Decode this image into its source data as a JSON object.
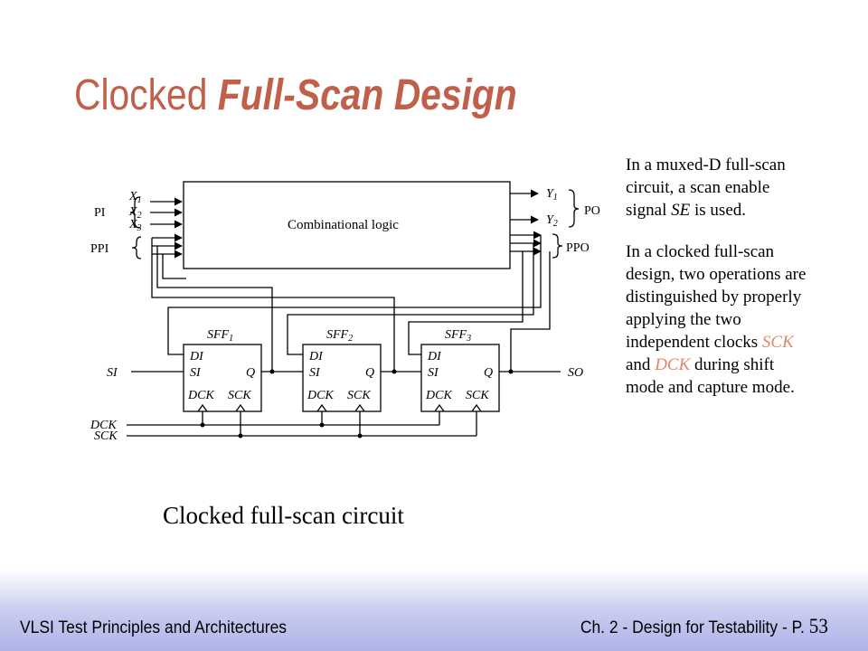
{
  "title": {
    "plain": "Clocked",
    "emph": "Full-Scan Design"
  },
  "side_text": {
    "para1": {
      "a": "In a muxed-D full-scan circuit, a scan enable signal",
      "b": "SE",
      "c": "is used."
    },
    "para2": {
      "a": "In a clocked full-scan design, two operations are distinguished by properly applying the two independent clocks",
      "b": "SCK",
      "c": "and",
      "d": "DCK",
      "e": "during shift mode and capture mode."
    }
  },
  "diagram": {
    "logic_label": "Combinational logic",
    "pi_label": "PI",
    "ppi_label": "PPI",
    "po_label": "PO",
    "ppo_label": "PPO",
    "inputs": [
      {
        "base": "X",
        "sub": "1"
      },
      {
        "base": "X",
        "sub": "2"
      },
      {
        "base": "X",
        "sub": "3"
      }
    ],
    "outputs": [
      {
        "base": "Y",
        "sub": "1"
      },
      {
        "base": "Y",
        "sub": "2"
      }
    ],
    "flipflops": [
      {
        "base": "SFF",
        "sub": "1"
      },
      {
        "base": "SFF",
        "sub": "2"
      },
      {
        "base": "SFF",
        "sub": "3"
      }
    ],
    "ff_pins": {
      "di": "DI",
      "si": "SI",
      "q": "Q",
      "dck": "DCK",
      "sck": "SCK"
    },
    "si_label": "SI",
    "so_label": "SO",
    "dck_label": "DCK",
    "sck_label": "SCK"
  },
  "caption": "Clocked full-scan circuit",
  "footer": {
    "left": "VLSI Test Principles and Architectures",
    "right": "Ch. 2 - Design for Testability - P.",
    "page": "53"
  },
  "colors": {
    "title": "#c0604a",
    "accent": "#e0866a",
    "footer_band": "#aeb4e8"
  }
}
